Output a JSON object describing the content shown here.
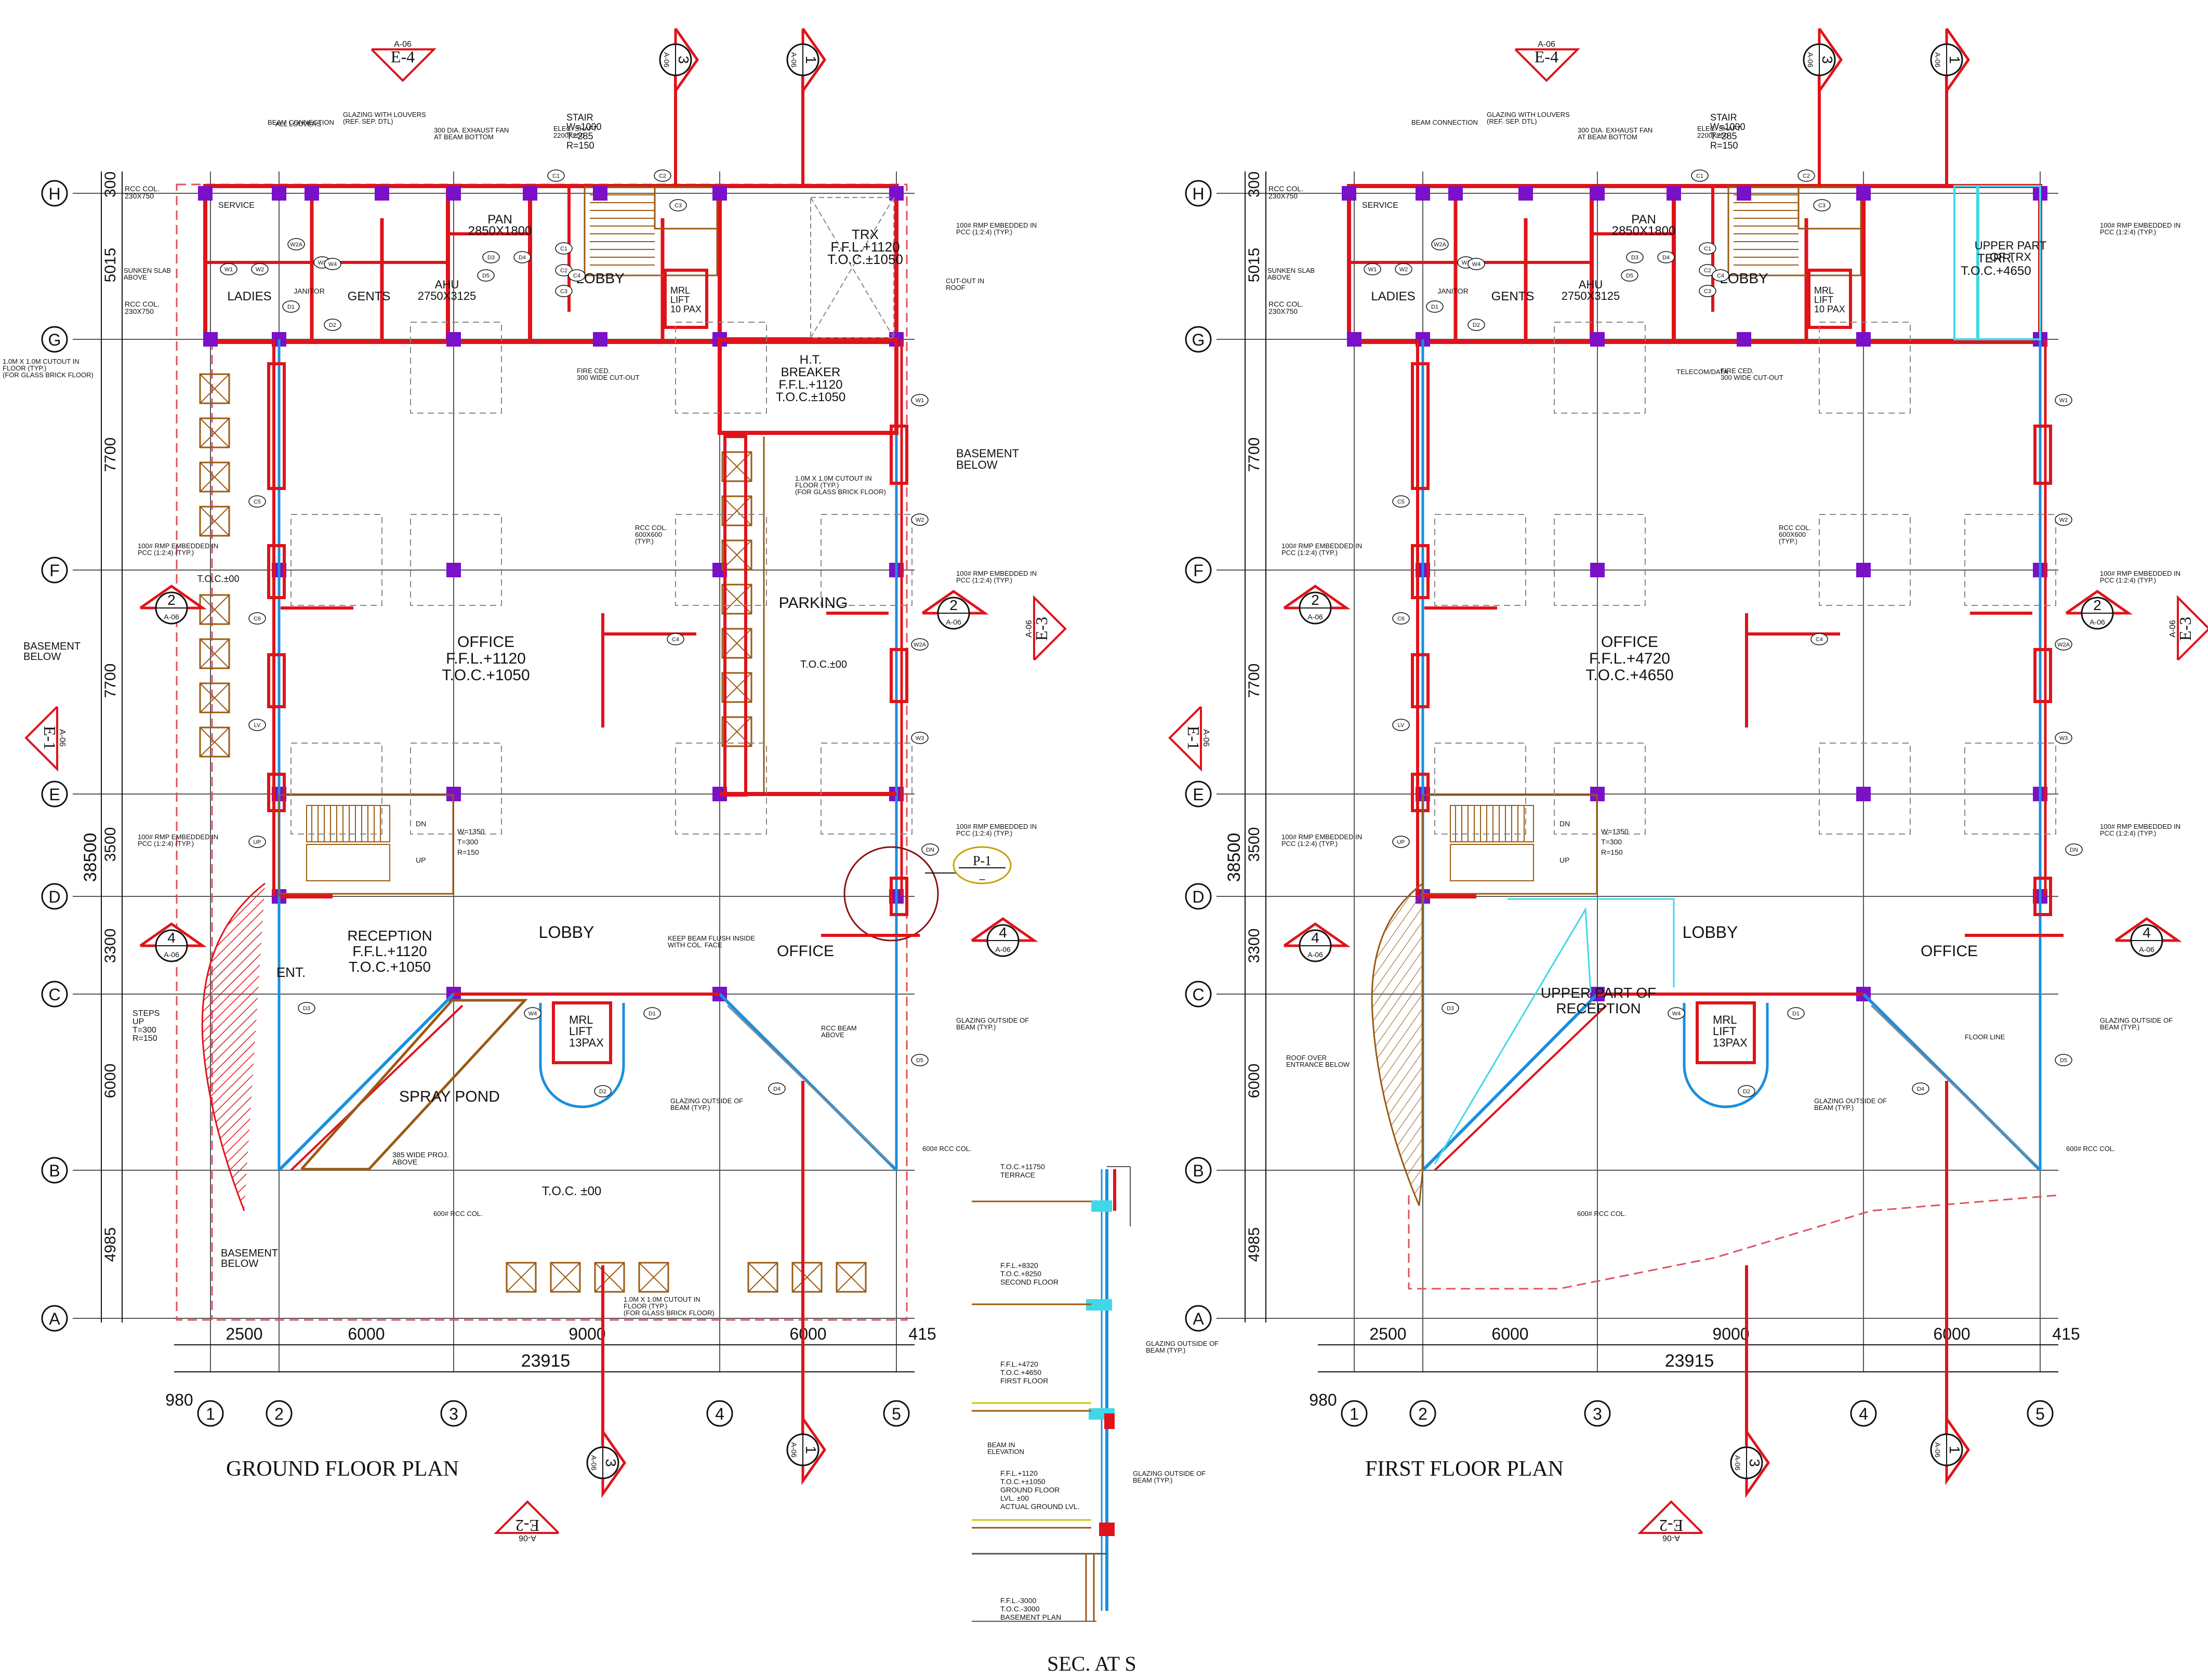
{
  "colors": {
    "wall": "#e0131a",
    "column": "#7a10c8",
    "glazing": "#1a8fe0",
    "cyan": "#3fd8e8",
    "brown": "#9a5a12",
    "grid": "#555555",
    "dash": "#e05060",
    "text": "#111111"
  },
  "plans": {
    "ground": {
      "title": "GROUND FLOOR PLAN",
      "rooms": {
        "office": [
          "OFFICE",
          "F.F.L.+1120",
          "T.O.C.+1050"
        ],
        "lobby_top": "LOBBY",
        "lobby_main": "LOBBY",
        "reception": [
          "RECEPTION",
          "F.F.L.+1120",
          "T.O.C.+1050"
        ],
        "parking": "PARKING",
        "parking_toc": "T.O.C.±00",
        "trx": [
          "TRX",
          "F.F.L.+1120",
          "T.O.C.±1050"
        ],
        "ht_breaker": [
          "H.T.",
          "BREAKER",
          "F.F.L.+1120",
          "T.O.C.±1050"
        ],
        "office_right": "OFFICE",
        "spray_pond": "SPRAY POND",
        "ladies": "LADIES",
        "gents": "GENTS",
        "janitor": "JANITOR",
        "service": "SERVICE",
        "ahu": [
          "AHU",
          "2750X3125"
        ],
        "pan": [
          "PAN",
          "2850X1800"
        ],
        "entrance": "ENT.",
        "toc_front": "T.O.C. ±00",
        "toc_left": "T.O.C.±00",
        "mrl_lift_small": [
          "MRL",
          "LIFT",
          "10 PAX"
        ],
        "mrl_lift_main": [
          "MRL",
          "LIFT",
          "13PAX"
        ],
        "stair": [
          "STAIR",
          "W=1000",
          "T=285",
          "R=150"
        ],
        "basement_left": [
          "BASEMENT",
          "BELOW"
        ],
        "basement_right": [
          "BASEMENT",
          "BELOW"
        ],
        "basement_bottom": [
          "BASEMENT",
          "BELOW"
        ],
        "steps": [
          "STEPS",
          "UP",
          "T=300",
          "R=150"
        ]
      }
    },
    "first": {
      "title": "FIRST FLOOR PLAN",
      "rooms": {
        "office": [
          "OFFICE",
          "F.F.L.+4720",
          "T.O.C.+4650"
        ],
        "lobby_top": "LOBBY",
        "lobby_main": "LOBBY",
        "upper_reception": [
          "UPPER PART OF",
          "RECEPTION"
        ],
        "terr": [
          "TERR.",
          "T.O.C.+4650"
        ],
        "upper_trx": [
          "UPPER PART",
          "OF TRX"
        ],
        "office_right": "OFFICE",
        "ladies": "LADIES",
        "gents": "GENTS",
        "janitor": "JANITOR",
        "service": "SERVICE",
        "ahu": [
          "AHU",
          "2750X3125"
        ],
        "pan": [
          "PAN",
          "2850X1800"
        ],
        "mrl_lift_small": [
          "MRL",
          "LIFT",
          "10 PAX"
        ],
        "mrl_lift_main": [
          "MRL",
          "LIFT",
          "13PAX"
        ],
        "stair": [
          "STAIR",
          "W=1000",
          "T=285",
          "R=150"
        ]
      }
    }
  },
  "grid": {
    "rows": [
      "H",
      "G",
      "F",
      "E",
      "D",
      "C",
      "B",
      "A"
    ],
    "cols": [
      "1",
      "2",
      "3",
      "4",
      "5"
    ],
    "row_dims": [
      "300",
      "5015",
      "7700",
      "7700",
      "3500",
      "3300",
      "6000",
      "4985"
    ],
    "overall_height": "38500",
    "col_dims": [
      "2500",
      "6000",
      "9000",
      "6000",
      "415"
    ],
    "overall_width": "23915",
    "offset": "980"
  },
  "markers": {
    "elevations": [
      "E-4",
      "E-3",
      "E-2",
      "E-1"
    ],
    "sections": [
      "1",
      "2",
      "3",
      "4"
    ],
    "sheet_ref": "A-06",
    "detail": "P-1"
  },
  "section": {
    "title": "SEC. AT S",
    "levels": [
      [
        "T.O.C.+11750",
        "TERRACE"
      ],
      [
        "F.F.L.+8320",
        "T.O.C.+8250",
        "SECOND FLOOR"
      ],
      [
        "F.F.L.+4720",
        "T.O.C.+4650",
        "FIRST FLOOR"
      ],
      [
        "F.F.L.+1120",
        "T.O.C.+±1050",
        "GROUND FLOOR",
        "LVL. ±00",
        "ACTUAL GROUND LVL."
      ],
      [
        "F.F.L.-3000",
        "T.O.C.-3000",
        "BASEMENT PLAN"
      ]
    ],
    "notes": [
      "GLAZING OUTSIDE OF BEAM (TYP.)",
      "GLAZING OUTSIDE OF BEAM (TYP.)",
      "BEAM IN ELEVATION"
    ]
  },
  "notes": {
    "rcc_col_top": [
      "RCC COL.",
      "230X750"
    ],
    "rcc_col_g": [
      "RCC COL.",
      "230X750"
    ],
    "rcc_col_mid": [
      "RCC COL.",
      "600X600",
      "(TYP.)"
    ],
    "sunken_slab": [
      "SUNKEN SLAB",
      "ABOVE"
    ],
    "cutout_floor": [
      "1.0M X 1.0M CUTOUT IN",
      "FLOOR (TYP.)",
      "(FOR GLASS BRICK FLOOR)"
    ],
    "rmp_embedded": [
      "100# RMP EMBEDDED IN",
      "PCC (1:2:4) (TYP.)"
    ],
    "glazing_beam": [
      "GLAZING OUTSIDE OF",
      "BEAM (TYP.)"
    ],
    "keep_beam": [
      "KEEP BEAM FLUSH INSIDE",
      "WITH COL. FACE"
    ],
    "rcc_beam_above": [
      "RCC BEAM",
      "ABOVE"
    ],
    "col_600": "600# RCC COL.",
    "proj": [
      "385 WIDE PROJ.",
      "ABOVE"
    ],
    "fire_ced": [
      "FIRE CED.",
      "300 WIDE CUT-OUT"
    ],
    "cutout_roof": [
      "CUT-OUT IN",
      "ROOF"
    ],
    "beam_connection": "BEAM CONNECTION",
    "all_louvers": "ALL LOUVERS",
    "glazing_louvers": [
      "GLAZING WITH LOUVERS",
      "(REF. SEP. DTL)"
    ],
    "exhaust_fan": [
      "300 DIA. EXHAUST FAN",
      "AT BEAM BOTTOM"
    ],
    "elec_shaft": [
      "ELEC. SHAFT",
      "2200X250"
    ],
    "telecom": "TELECOM/DATA",
    "roof_over": [
      "ROOF OVER",
      "ENTRANCE BELOW"
    ],
    "floor_line": "FLOOR LINE",
    "tags": [
      "W1",
      "W2",
      "W2A",
      "W3",
      "W4",
      "D1",
      "D2",
      "D3",
      "D4",
      "D5",
      "C1",
      "C2",
      "C3",
      "C4",
      "C5",
      "C6",
      "LV",
      "UP",
      "DN"
    ]
  }
}
